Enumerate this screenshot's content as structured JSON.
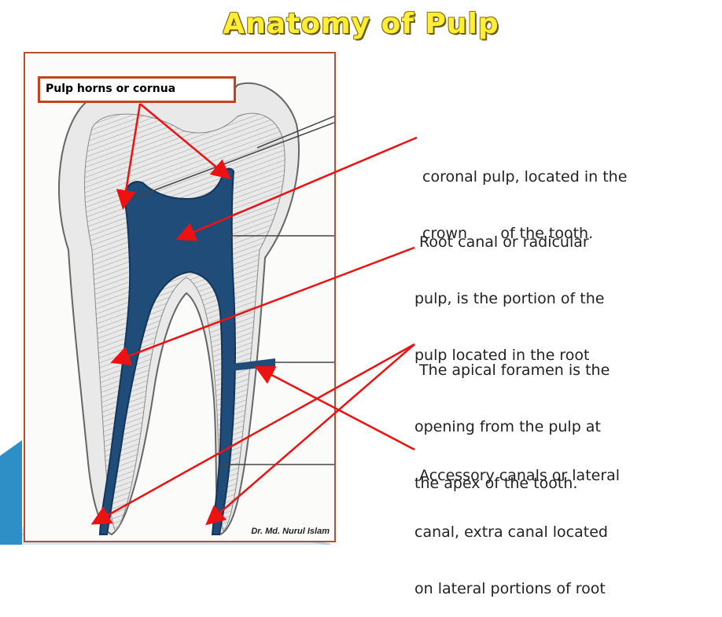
{
  "slide": {
    "title": "Anatomy of Pulp",
    "accent_color": "#2d8fc6",
    "title_color": "#ffee33",
    "arrow_color": "#ee1111",
    "pulp_color": "#1f4c78"
  },
  "figure": {
    "callout": "Pulp horns or cornua",
    "credit": "Dr. Md. Nurul Islam"
  },
  "descriptions": [
    {
      "line1": "coronal pulp, located in the",
      "line2": "crown       of the tooth.",
      "line3": ""
    },
    {
      "line1": " Root canal or radicular",
      "line2": "pulp, is the portion of the",
      "line3": "pulp located in the root"
    },
    {
      "line1": " The apical foramen is the",
      "line2": "opening from the pulp at",
      "line3": "the apex of the tooth."
    },
    {
      "line1": " Accessory canals or lateral",
      "line2": "canal, extra canal located",
      "line3": "on lateral portions of root"
    }
  ]
}
